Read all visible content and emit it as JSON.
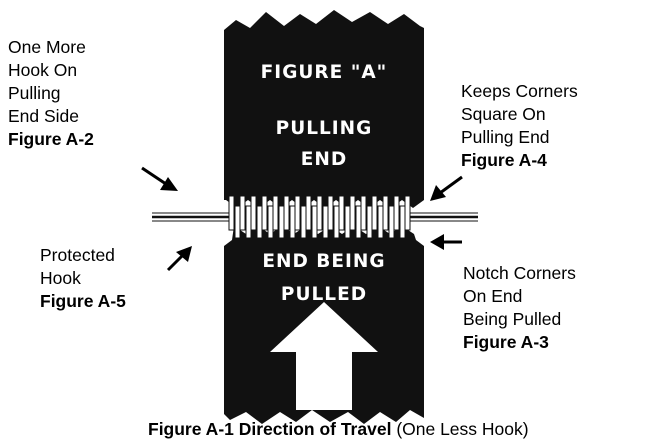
{
  "diagram": {
    "upper_belt": {
      "lines": [
        "FIGURE \"A\"",
        "PULLING",
        "END"
      ]
    },
    "lower_belt": {
      "lines": [
        "END BEING",
        "PULLED"
      ]
    },
    "callouts": {
      "a2": {
        "lines": [
          "One More",
          "Hook On",
          "Pulling",
          "End Side"
        ],
        "figure": "Figure A-2"
      },
      "a4": {
        "lines": [
          "Keeps Corners",
          "Square On",
          "Pulling End"
        ],
        "figure": "Figure A-4"
      },
      "a5": {
        "lines": [
          "Protected",
          "Hook"
        ],
        "figure": "Figure A-5"
      },
      "a3": {
        "lines": [
          "Notch Corners",
          "On End",
          "Being Pulled"
        ],
        "figure": "Figure A-3"
      }
    },
    "caption": {
      "bold": "Figure A-1 Direction of Travel",
      "normal": "(One Less Hook)"
    }
  }
}
